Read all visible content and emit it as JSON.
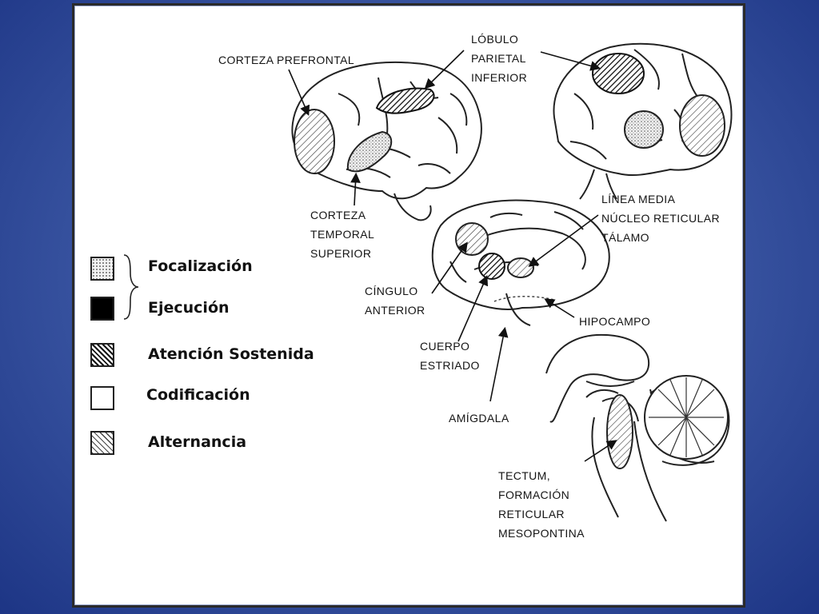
{
  "labels": {
    "corteza_prefrontal": "CORTEZA PREFRONTAL",
    "lobulo_parietal_inferior": "LÓBULO\nPARIETAL\nINFERIOR",
    "corteza_temporal_superior": "CORTEZA\nTEMPORAL\nSUPERIOR",
    "linea_media": "LÍNEA MEDIA\nNÚCLEO RETICULAR\nTÁLAMO",
    "cingulo_anterior": "CÍNGULO\nANTERIOR",
    "hipocampo": "HIPOCAMPO",
    "cuerpo_estriado": "CUERPO\nESTRIADO",
    "amigdala": "AMÍGDALA",
    "tectum": "TECTUM,\nFORMACIÓN\nRETICULAR\nMESOPONTINA"
  },
  "legend": [
    {
      "label": "Focalización",
      "pattern": "dotted"
    },
    {
      "label": "Ejecución",
      "pattern": "solid"
    },
    {
      "label": "Atención Sostenida",
      "pattern": "hatch-dense"
    },
    {
      "label": "Codificación",
      "pattern": "empty"
    },
    {
      "label": "Alternancia",
      "pattern": "hatch-light"
    }
  ],
  "colors": {
    "background_blue": "#3e5aa6",
    "ink": "#141414"
  }
}
